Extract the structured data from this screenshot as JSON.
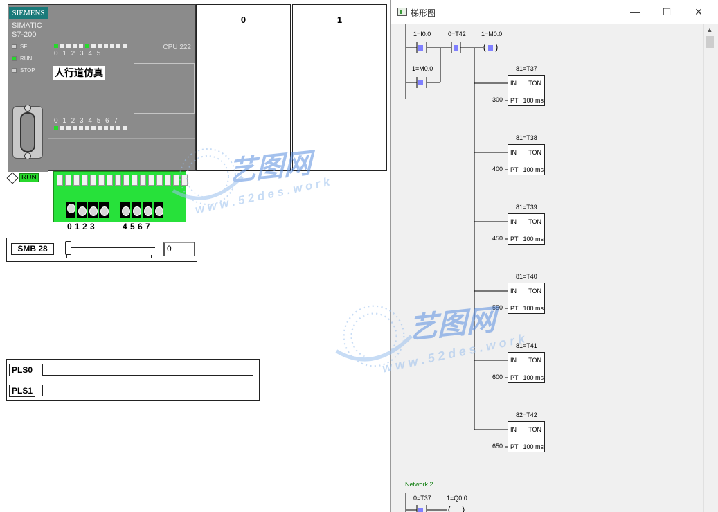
{
  "plc": {
    "brand": "SIEMENS",
    "model_line1": "SIMATIC",
    "model_line2": "S7-200",
    "status_leds": [
      {
        "label": "SF",
        "on": false
      },
      {
        "label": "RUN",
        "on": true
      },
      {
        "label": "STOP",
        "on": false
      }
    ],
    "cpu_label": "CPU 222",
    "top_io_numbers": "0 1 2 3 4 5",
    "bottom_io_numbers": "0 1 2 3 4 5 6 7",
    "project_title": "人行道仿真",
    "run_badge": "RUN"
  },
  "modules": [
    {
      "label": "0"
    },
    {
      "label": "1"
    }
  ],
  "inputs": {
    "group1_labels": "0 1 2 3",
    "group2_labels": "4 5 6 7"
  },
  "smb": {
    "label": "SMB 28",
    "value": "0"
  },
  "pls": [
    {
      "label": "PLS0"
    },
    {
      "label": "PLS1"
    }
  ],
  "ladder_window": {
    "title": "梯形图",
    "minimize": "—",
    "maximize": "☐",
    "close": "✕",
    "network1": {
      "contact1": "1=I0.0",
      "contact2": "0=T42",
      "coil": "1=M0.0",
      "latch": "1=M0.0",
      "timers": [
        {
          "name": "81=T37",
          "pt": "300",
          "in": "IN",
          "type": "TON",
          "ptl": "PT",
          "res": "100 ms"
        },
        {
          "name": "81=T38",
          "pt": "400",
          "in": "IN",
          "type": "TON",
          "ptl": "PT",
          "res": "100 ms"
        },
        {
          "name": "81=T39",
          "pt": "450",
          "in": "IN",
          "type": "TON",
          "ptl": "PT",
          "res": "100 ms"
        },
        {
          "name": "81=T40",
          "pt": "550",
          "in": "IN",
          "type": "TON",
          "ptl": "PT",
          "res": "100 ms"
        },
        {
          "name": "81=T41",
          "pt": "600",
          "in": "IN",
          "type": "TON",
          "ptl": "PT",
          "res": "100 ms"
        },
        {
          "name": "82=T42",
          "pt": "650",
          "in": "IN",
          "type": "TON",
          "ptl": "PT",
          "res": "100 ms"
        }
      ]
    },
    "network2": {
      "label": "Network 2",
      "contact1": "0=T37",
      "coil": "1=Q0.0"
    }
  },
  "watermark": {
    "cn": "艺图网",
    "url": "w w w . 5 2 d e s . w o r k"
  }
}
